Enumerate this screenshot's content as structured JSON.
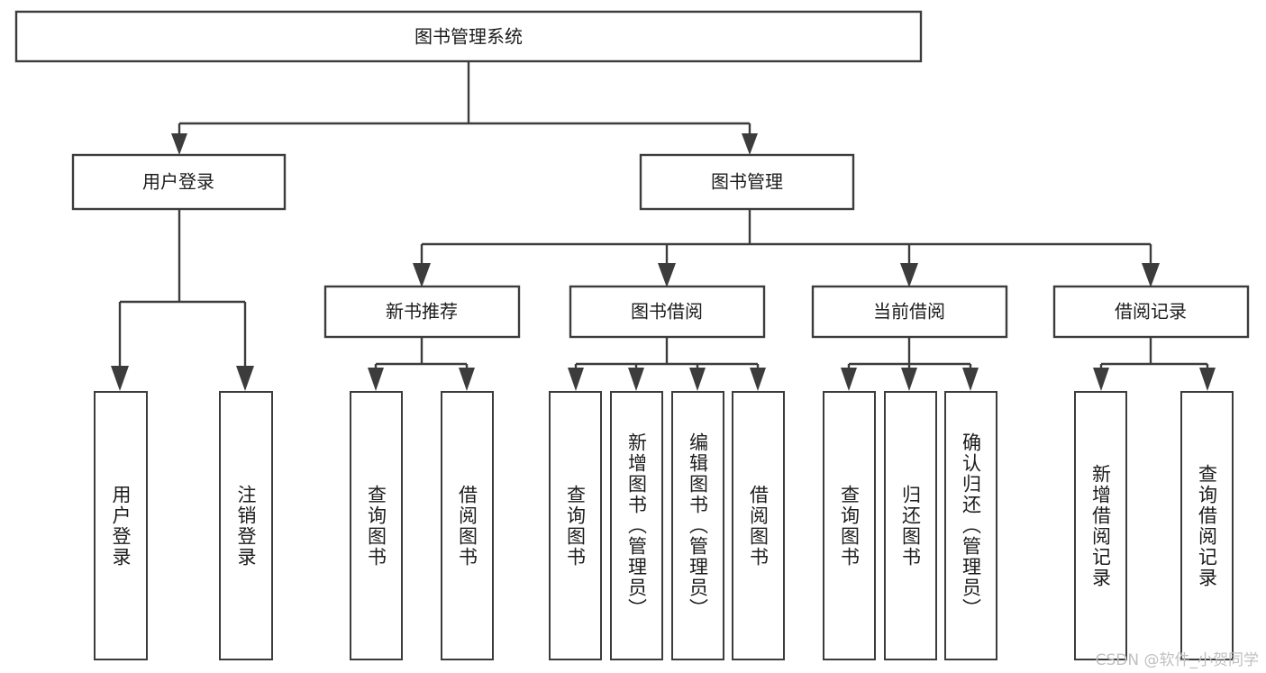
{
  "diagram": {
    "title": "图书管理系统",
    "type": "tree-hierarchy-chart",
    "root": {
      "label": "图书管理系统"
    },
    "level2": [
      {
        "label": "用户登录"
      },
      {
        "label": "图书管理"
      }
    ],
    "level3": [
      {
        "label": "新书推荐"
      },
      {
        "label": "图书借阅"
      },
      {
        "label": "当前借阅"
      },
      {
        "label": "借阅记录"
      }
    ],
    "leaves": {
      "user_login": [
        {
          "label": "用户登录"
        },
        {
          "label": "注销登录"
        }
      ],
      "new_book_recommend": [
        {
          "label": "查询图书"
        },
        {
          "label": "借阅图书"
        }
      ],
      "book_borrow": [
        {
          "label": "查询图书"
        },
        {
          "label": "新增图书（管理员）"
        },
        {
          "label": "编辑图书（管理员）"
        },
        {
          "label": "借阅图书"
        }
      ],
      "current_borrow": [
        {
          "label": "查询图书"
        },
        {
          "label": "归还图书"
        },
        {
          "label": "确认归还（管理员）"
        }
      ],
      "borrow_record": [
        {
          "label": "新增借阅记录"
        },
        {
          "label": "查询借阅记录"
        }
      ]
    }
  },
  "watermark": {
    "text": "CSDN @软件_小贺同学"
  },
  "colors": {
    "stroke": "#3c3c3c",
    "box_fill": "#ffffff",
    "text": "#1c1c1c",
    "background": "#ffffff",
    "watermark": "#c0c0c0"
  }
}
